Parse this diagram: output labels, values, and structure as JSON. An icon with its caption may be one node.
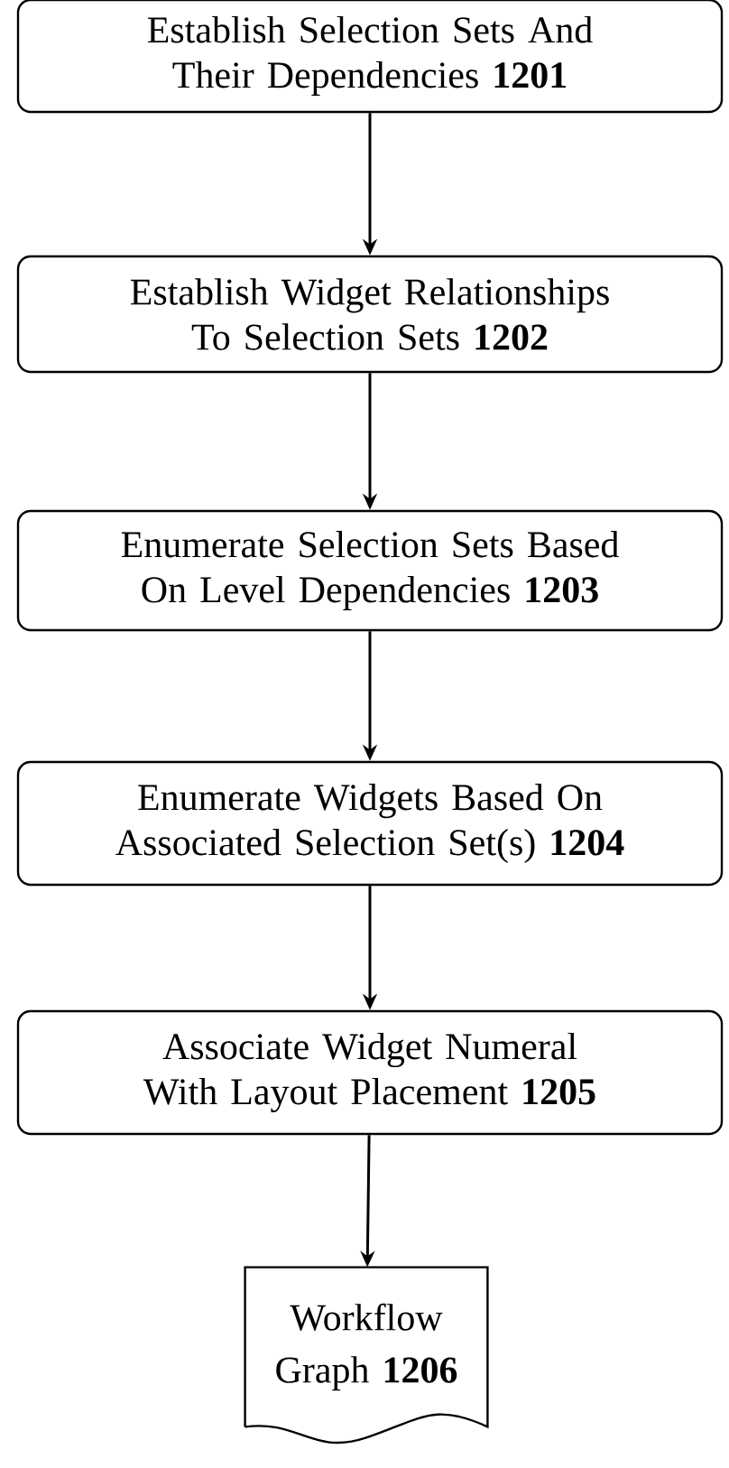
{
  "diagram": {
    "nodes": [
      {
        "text": [
          "Establish Selection Sets And Their Dependencies **1201**"
        ]
      },
      {
        "text": [
          "Establish Widget Relationships To Selection Sets **1202**"
        ]
      },
      {
        "text": [
          "Enumerate Selection Sets Based On Level Dependencies **1203**"
        ]
      },
      {
        "text": [
          "Enumerate Widgets Based On Associated Selection Set(s) **1204**"
        ]
      },
      {
        "text": [
          "Associate Widget Numeral With Layout Placement **1205**"
        ]
      },
      {
        "text": [
          "Workflow Graph **1206**"
        ]
      }
    ],
    "edges": [
      {
        "from": 0,
        "to": 1,
        "arrow": "to"
      },
      {
        "from": 1,
        "to": 2,
        "arrow": "to"
      },
      {
        "from": 2,
        "to": 3,
        "arrow": "to"
      },
      {
        "from": 3,
        "to": 4,
        "arrow": "to"
      },
      {
        "from": 4,
        "to": 5,
        "arrow": "to"
      }
    ]
  }
}
